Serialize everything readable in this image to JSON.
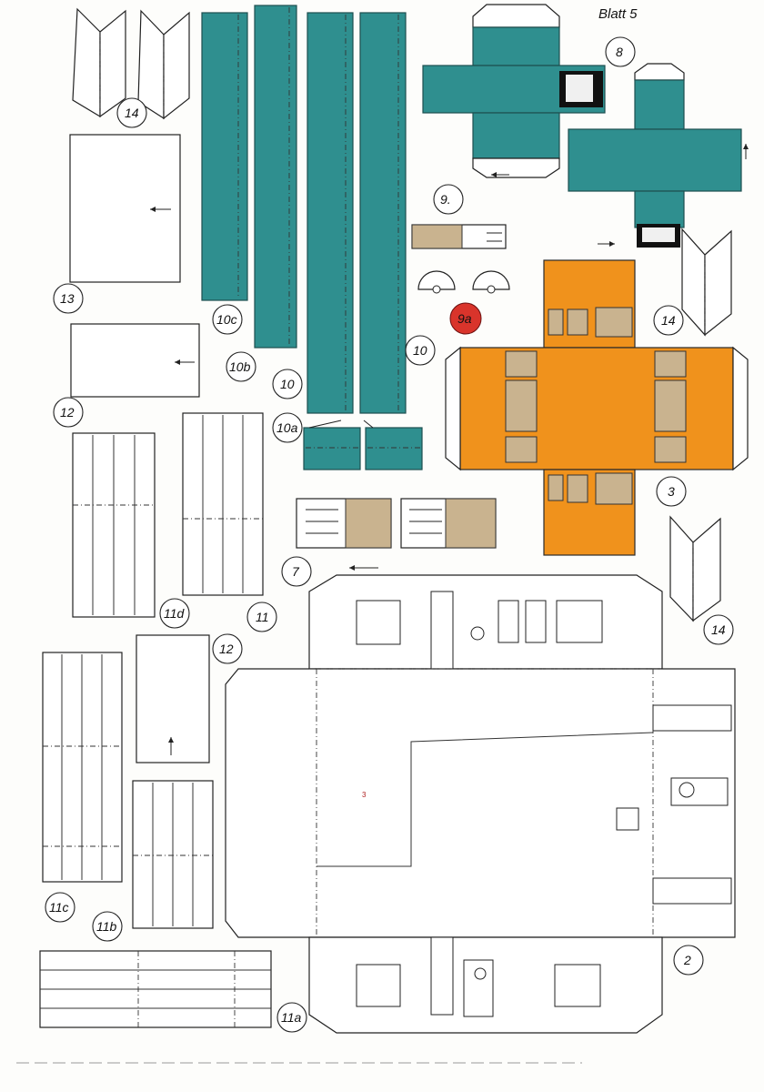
{
  "sheet": {
    "title": "Blatt 5",
    "colors": {
      "teal": "#2f8f8f",
      "orange": "#f0921c",
      "tan": "#c9b38f",
      "red": "#d9342b"
    }
  },
  "parts": {
    "p14": "14",
    "p13": "13",
    "p12": "12",
    "p10c": "10c",
    "p10b": "10b",
    "p10": "10",
    "p10a": "10a",
    "p9": "9.",
    "p9a": "9a",
    "p8": "8",
    "p7": "7",
    "p3": "3",
    "p2": "2",
    "p11": "11",
    "p11a": "11a",
    "p11b": "11b",
    "p11c": "11c",
    "p11d": "11d"
  },
  "marks": {
    "base_center": "3"
  }
}
